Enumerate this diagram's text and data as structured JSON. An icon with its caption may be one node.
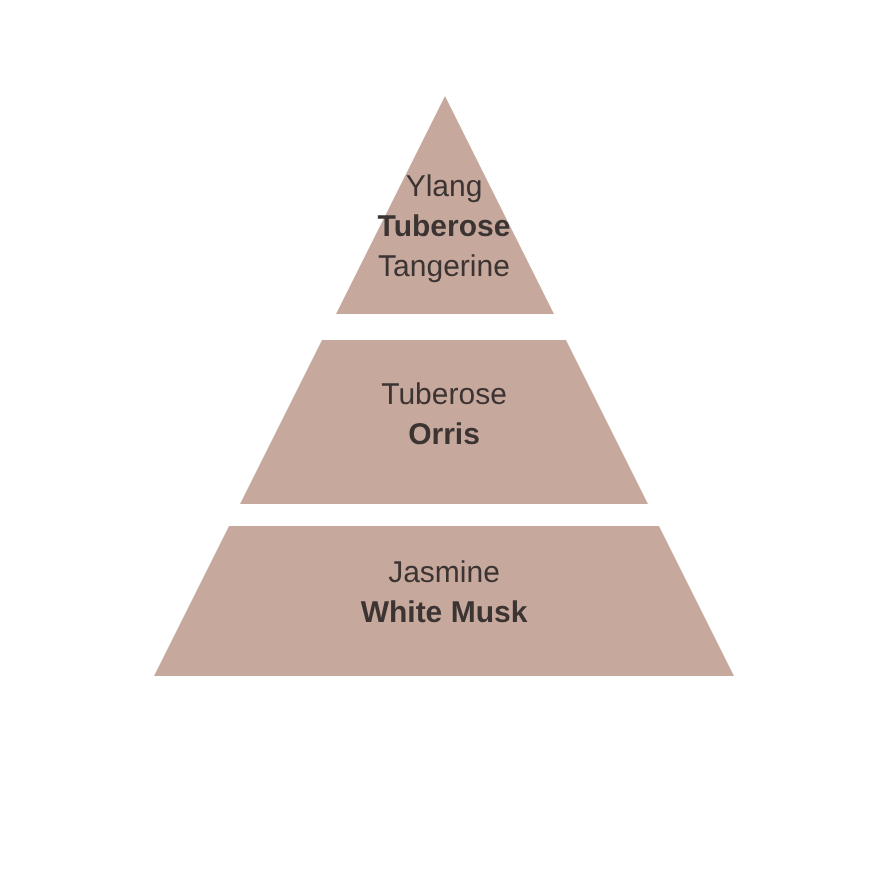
{
  "diagram": {
    "nodes": [
      {
        "text": [
          "Ylang",
          "Tuberose",
          "Tangerine"
        ]
      },
      {
        "text": [
          "Tuberose",
          "Orris"
        ]
      },
      {
        "text": [
          "Jasmine",
          "White Musk"
        ]
      }
    ]
  }
}
